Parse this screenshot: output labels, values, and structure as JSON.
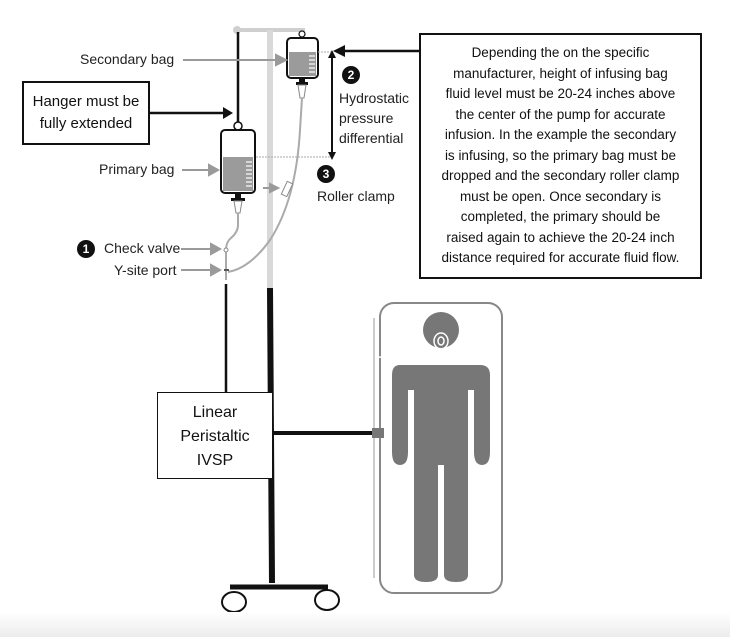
{
  "labels": {
    "secondary_bag": "Secondary bag",
    "primary_bag": "Primary bag",
    "hydrostatic": [
      "Hydrostatic",
      "pressure",
      "differential"
    ],
    "roller_clamp": "Roller clamp",
    "check_valve": "Check valve",
    "y_site_port": "Y-site port"
  },
  "markers": {
    "check_valve": "1",
    "hydrostatic": "2",
    "roller_clamp": "3"
  },
  "hanger_box": [
    "Hanger must be",
    "fully extended"
  ],
  "pump_box": [
    "Linear",
    "Peristaltic",
    "IVSP"
  ],
  "note_box": [
    "Depending the on the specific",
    "manufacturer, height of infusing bag",
    "fluid level must be 20-24 inches above",
    "the center of the pump for accurate",
    "infusion. In the example the secondary",
    "is infusing, so the primary bag must be",
    "dropped and the secondary roller clamp",
    "must be open. Once secondary is",
    "completed, the primary should be",
    "raised again to achieve the 20-24 inch",
    "distance required for accurate fluid flow."
  ],
  "colors": {
    "line": "#111111",
    "gray": "#9a9a9a",
    "fluid": "#9b9b9b",
    "patient": "#777777",
    "pole_light": "#cfcfcf"
  }
}
